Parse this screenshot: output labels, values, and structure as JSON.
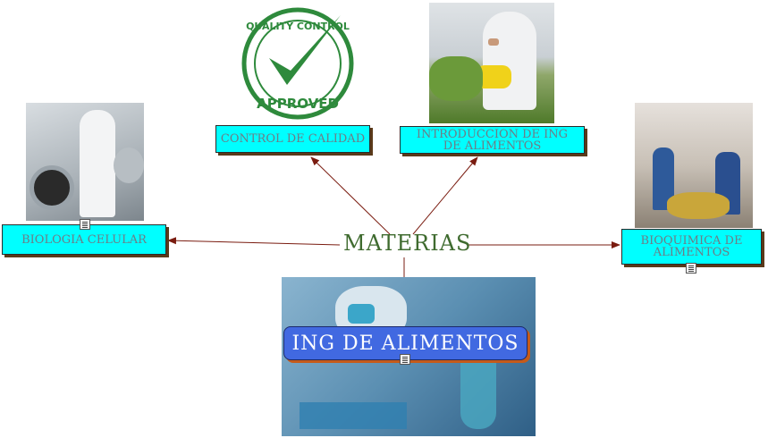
{
  "center": {
    "label": "MATERIAS"
  },
  "main_node": {
    "label": "ING DE ALIMENTOS"
  },
  "nodes": {
    "control": {
      "label": "CONTROL DE CALIDAD"
    },
    "intro": {
      "label_line1": "INTRODUCCION DE ING",
      "label_line2": "DE ALIMENTOS"
    },
    "bio": {
      "label": "BIOLOGIA CELULAR"
    },
    "bioquimica": {
      "label_line1": "BIOQUIMICA DE",
      "label_line2": "ALIMENTOS"
    }
  },
  "stamp": {
    "line1": "QUALITY CONTROL",
    "line2": "APPROVED"
  },
  "colors": {
    "node_fill": "#00ffff",
    "main_fill": "#4169e1",
    "link": "#7a1c10",
    "center_text": "#3f6b2f"
  }
}
